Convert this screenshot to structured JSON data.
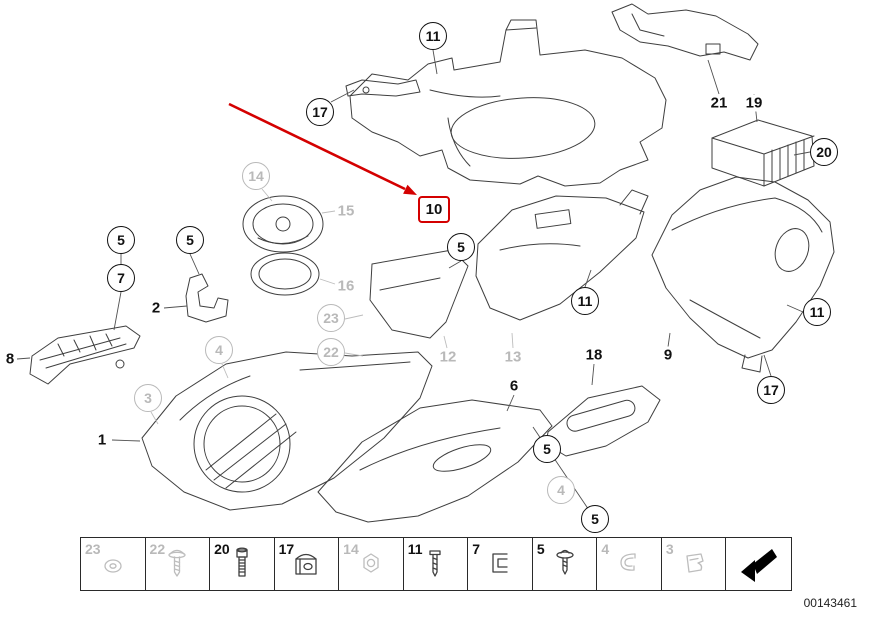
{
  "document_number": "00143461",
  "colors": {
    "highlight": "#d40000",
    "muted_callout": "#b9b9b9",
    "line_art": "#3f3f3f"
  },
  "highlight": {
    "label": "10"
  },
  "callouts": [
    {
      "label": "11",
      "variant": "black"
    },
    {
      "label": "17",
      "variant": "black"
    },
    {
      "label": "20",
      "variant": "black"
    },
    {
      "label": "14",
      "variant": "gray"
    },
    {
      "label": "5",
      "variant": "black"
    },
    {
      "label": "7",
      "variant": "black"
    },
    {
      "label": "5",
      "variant": "black"
    },
    {
      "label": "5",
      "variant": "black"
    },
    {
      "label": "23",
      "variant": "gray"
    },
    {
      "label": "22",
      "variant": "gray"
    },
    {
      "label": "11",
      "variant": "black"
    },
    {
      "label": "11",
      "variant": "black"
    },
    {
      "label": "17",
      "variant": "black"
    },
    {
      "label": "4",
      "variant": "gray"
    },
    {
      "label": "3",
      "variant": "gray"
    },
    {
      "label": "5",
      "variant": "black"
    },
    {
      "label": "4",
      "variant": "gray"
    },
    {
      "label": "5",
      "variant": "black"
    }
  ],
  "labels": [
    {
      "label": "21",
      "variant": "black"
    },
    {
      "label": "19",
      "variant": "black"
    },
    {
      "label": "15",
      "variant": "gray"
    },
    {
      "label": "16",
      "variant": "gray"
    },
    {
      "label": "2",
      "variant": "black"
    },
    {
      "label": "8",
      "variant": "black"
    },
    {
      "label": "12",
      "variant": "gray"
    },
    {
      "label": "13",
      "variant": "gray"
    },
    {
      "label": "18",
      "variant": "black"
    },
    {
      "label": "9",
      "variant": "black"
    },
    {
      "label": "1",
      "variant": "black"
    },
    {
      "label": "6",
      "variant": "black"
    }
  ],
  "legend": {
    "cells": [
      {
        "label": "23",
        "muted": true,
        "icon": "washer"
      },
      {
        "label": "22",
        "muted": true,
        "icon": "screw-washer"
      },
      {
        "label": "20",
        "muted": false,
        "icon": "hex-bolt"
      },
      {
        "label": "17",
        "muted": false,
        "icon": "clip-nut"
      },
      {
        "label": "14",
        "muted": true,
        "icon": "hex-nut"
      },
      {
        "label": "11",
        "muted": false,
        "icon": "screw"
      },
      {
        "label": "7",
        "muted": false,
        "icon": "u-clip"
      },
      {
        "label": "5",
        "muted": false,
        "icon": "pan-screw"
      },
      {
        "label": "4",
        "muted": true,
        "icon": "spring-clip"
      },
      {
        "label": "3",
        "muted": true,
        "icon": "sheet-clip"
      },
      {
        "label": "",
        "muted": false,
        "icon": "page-arrow"
      }
    ]
  }
}
